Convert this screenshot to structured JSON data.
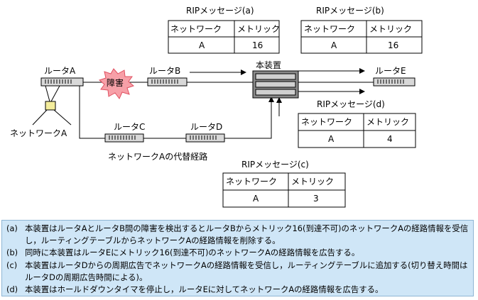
{
  "routers": {
    "a": "ルータA",
    "b": "ルータB",
    "c": "ルータC",
    "d": "ルータD",
    "e": "ルータE",
    "main": "本装置"
  },
  "failure_label": "障害",
  "network_label": "ネットワークA",
  "alt_route_label": "ネットワークAの代替経路",
  "messages": {
    "a": {
      "title": "RIPメッセージ(a)",
      "headers": [
        "ネットワーク",
        "メトリック"
      ],
      "row": [
        "A",
        "16"
      ]
    },
    "b": {
      "title": "RIPメッセージ(b)",
      "headers": [
        "ネットワーク",
        "メトリック"
      ],
      "row": [
        "A",
        "16"
      ]
    },
    "c": {
      "title": "RIPメッセージ(c)",
      "headers": [
        "ネットワーク",
        "メトリック"
      ],
      "row": [
        "A",
        "3"
      ]
    },
    "d": {
      "title": "RIPメッセージ(d)",
      "headers": [
        "ネットワーク",
        "メトリック"
      ],
      "row": [
        "A",
        "4"
      ]
    }
  },
  "notes": [
    {
      "key": "(a)",
      "text": "本装置はルータAとルータB間の障害を検出するとルータBからメトリック16(到達不可)のネットワークAの経路情報を受信し，ルーティングテーブルからネットワークAの経路情報を削除する。"
    },
    {
      "key": "(b)",
      "text": "同時に本装置はルータEにメトリック16(到達不可)のネットワークAの経路情報を広告する。"
    },
    {
      "key": "(c)",
      "text": "本装置はルータDからの周期広告でネットワークAの経路情報を受信し，ルーティングテーブルに追加する(切り替え時間はルータDの周期広告時間による)。"
    },
    {
      "key": "(d)",
      "text": "本装置はホールドダウンタイマを停止し，ルータEに対してネットワークAの経路情報を広告する。"
    }
  ]
}
